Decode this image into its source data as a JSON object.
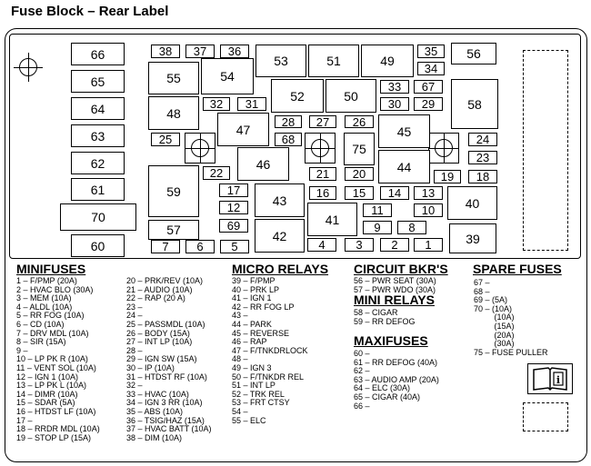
{
  "title": "Fuse Block – Rear Label",
  "fuses": {
    "f66": "66",
    "f65": "65",
    "f64": "64",
    "f63": "63",
    "f62": "62",
    "f61": "61",
    "f70": "70",
    "f60": "60",
    "f38": "38",
    "f37": "37",
    "f36": "36",
    "f55": "55",
    "f54": "54",
    "f48": "48",
    "f32": "32",
    "f31": "31",
    "f53": "53",
    "f51": "51",
    "f49": "49",
    "f35": "35",
    "f56": "56",
    "f34": "34",
    "f52": "52",
    "f50": "50",
    "f33": "33",
    "f67": "67",
    "f58": "58",
    "f30": "30",
    "f29": "29",
    "f28": "28",
    "f27": "27",
    "f26": "26",
    "f47": "47",
    "f45": "45",
    "f25": "25",
    "f68": "68",
    "f75": "75",
    "f24": "24",
    "f23": "23",
    "f22": "22",
    "f46": "46",
    "f21": "21",
    "f20": "20",
    "f44": "44",
    "f19": "19",
    "f18": "18",
    "f59": "59",
    "f17": "17",
    "f43": "43",
    "f16": "16",
    "f15": "15",
    "f14": "14",
    "f13": "13",
    "f40": "40",
    "f12": "12",
    "f11": "11",
    "f10": "10",
    "f69": "69",
    "f42": "42",
    "f41": "41",
    "f9": "9",
    "f8": "8",
    "f57": "57",
    "f39": "39",
    "f7": "7",
    "f6": "6",
    "f5": "5",
    "f4": "4",
    "f3": "3",
    "f2": "2",
    "f1": "1"
  },
  "sections": {
    "minifuses": "MINIFUSES",
    "micro_relays": "MICRO RELAYS",
    "circuit_bkrs": "CIRCUIT BKR'S",
    "mini_relays": "MINI RELAYS",
    "maxifuses": "MAXIFUSES",
    "spare_fuses": "SPARE FUSES"
  },
  "lists": {
    "mini_a": [
      "1 – F/PMP (20A)",
      "2 – HVAC BLO (30A)",
      "3 – MEM (10A)",
      "4 – ALDL (10A)",
      "5 – RR FOG (10A)",
      "6 – CD (10A)",
      "7 – DRV MDL (10A)",
      "8 – SIR (15A)",
      "9 –",
      "10 – LP PK R (10A)",
      "11 – VENT SOL (10A)",
      "12 – IGN 1 (10A)",
      "13 – LP PK L (10A)",
      "14 – DIMR (10A)",
      "15 – SDAR (5A)",
      "16 – HTDST LF (10A)",
      "17 –",
      "18 – RRDR MDL (10A)",
      "19 – STOP LP (15A)"
    ],
    "mini_b": [
      "20 – PRK/REV (10A)",
      "21 – AUDIO (10A)",
      "22 – RAP (20 A)",
      "23 –",
      "24 –",
      "25 – PASSMDL (10A)",
      "26 – BODY (15A)",
      "27 – INT LP (10A)",
      "28 –",
      "29 – IGN SW (15A)",
      "30 – IP (10A)",
      "31 – HTDST RF (10A)",
      "32 –",
      "33 – HVAC (10A)",
      "34 – IGN 3 RR (10A)",
      "35 – ABS (10A)",
      "36 – TSIG/HAZ (15A)",
      "37 – HVAC BATT (10A)",
      "38 – DIM (10A)"
    ],
    "micro": [
      "39 – F/PMP",
      "40 – PRK LP",
      "41 – IGN 1",
      "42 – RR FOG LP",
      "43 –",
      "44 – PARK",
      "45 – REVERSE",
      "46 – RAP",
      "47 – F/TNKDRLOCK",
      "48 –",
      "49 – IGN 3",
      "50 – F/TNKDR REL",
      "51 – INT LP",
      "52 – TRK REL",
      "53 – FRT CTSY",
      "54 –",
      "55 – ELC"
    ],
    "circuit": [
      "56 – PWR SEAT (30A)",
      "57 – PWR WDO (30A)"
    ],
    "minirelay": [
      "58 – CIGAR",
      "59 – RR DEFOG"
    ],
    "maxi": [
      "60 –",
      "61 – RR DEFOG (40A)",
      "62 –",
      "63 – AUDIO AMP (20A)",
      "64 – ELC (30A)",
      "65 – CIGAR (40A)",
      "66 –"
    ],
    "spare": [
      "67 –",
      "68 –",
      "69 – (5A)",
      "70 – (10A)",
      "         (10A)",
      "         (15A)",
      "         (20A)",
      "         (30A)",
      "75 – FUSE PULLER"
    ]
  },
  "icons": {
    "owner_manual": "owner-manual-icon",
    "mount_bolt": "mount-bolt-icon"
  }
}
